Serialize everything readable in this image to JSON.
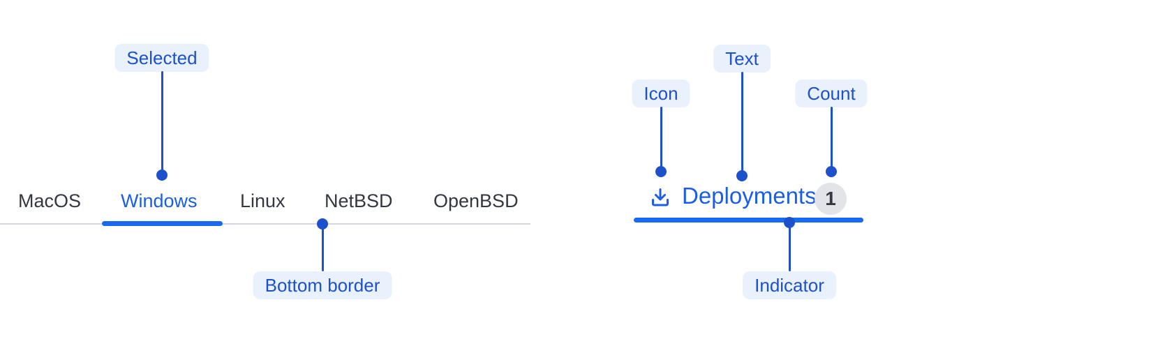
{
  "figure": {
    "title": "tabs-component-anatomy",
    "colors": {
      "annotation_blue": "#1d50cb",
      "annotation_pill_bg": "#e9f1fc",
      "selected_tab_blue": "#1a5ee8",
      "indicator_blue": "#186af2",
      "tab_text": "#343741",
      "tabbar_border_gray": "#d4d7dc",
      "count_badge_bg": "#e2e4e8",
      "count_badge_text": "#343741",
      "background": "#ffffff"
    }
  },
  "left_figure": {
    "annotations": {
      "selected": {
        "label": "Selected",
        "points_to": "Windows tab"
      },
      "bottom_border": {
        "label": "Bottom border",
        "points_to": "tab bar bottom border"
      }
    },
    "tabs": [
      {
        "label": "MacOS",
        "selected": false
      },
      {
        "label": "Windows",
        "selected": true
      },
      {
        "label": "Linux",
        "selected": false
      },
      {
        "label": "NetBSD",
        "selected": false
      },
      {
        "label": "OpenBSD",
        "selected": false
      }
    ]
  },
  "right_figure": {
    "annotations": {
      "icon": {
        "label": "Icon",
        "points_to": "download icon"
      },
      "text": {
        "label": "Text",
        "points_to": "tab label"
      },
      "count": {
        "label": "Count",
        "points_to": "count badge"
      },
      "indicator": {
        "label": "Indicator",
        "points_to": "selection indicator bar"
      }
    },
    "tab": {
      "icon": "download-icon",
      "label": "Deployments",
      "count": "1",
      "selected": true
    }
  }
}
